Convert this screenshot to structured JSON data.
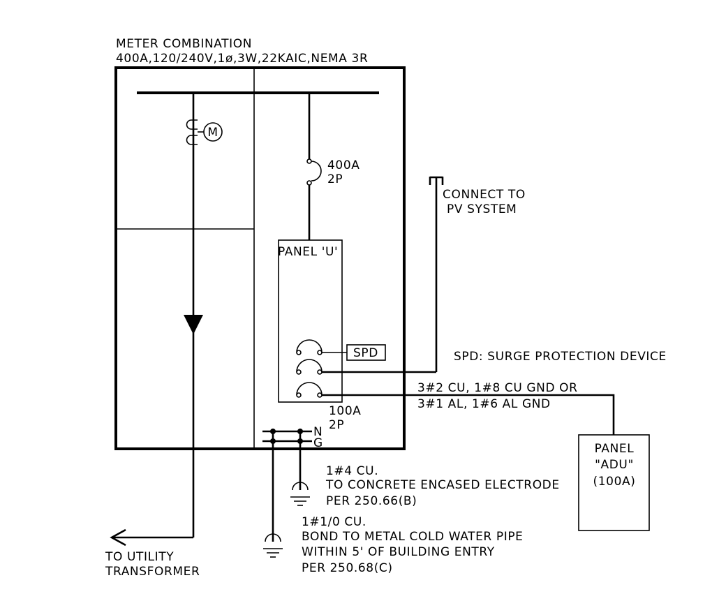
{
  "meter_combination": {
    "title": "METER COMBINATION",
    "rating": "400A,120/240V,1ø,3W,22KAIC,NEMA 3R"
  },
  "meter_symbol": "M",
  "main_breaker": {
    "rating": "400A",
    "poles": "2P"
  },
  "panel_u": {
    "label": "PANEL 'U'"
  },
  "spd_box": "SPD",
  "spd_note": "SPD: SURGE PROTECTION DEVICE",
  "pv": {
    "line1": "CONNECT TO",
    "line2": "PV SYSTEM"
  },
  "adu_breaker": {
    "rating": "100A",
    "poles": "2P"
  },
  "feeder": {
    "line1": "3#2 CU, 1#8 CU GND OR",
    "line2": "3#1 AL, 1#6 AL GND"
  },
  "panel_adu": {
    "line1": "PANEL",
    "line2": "\"ADU\"",
    "line3": "(100A)"
  },
  "bars": {
    "neutral": "N",
    "ground": "G"
  },
  "electrode_1": {
    "line1": "1#4 CU.",
    "line2": "TO CONCRETE ENCASED ELECTRODE",
    "line3": "PER 250.66(B)"
  },
  "electrode_2": {
    "line1": "1#1/0 CU.",
    "line2": "BOND TO METAL COLD WATER PIPE",
    "line3": "WITHIN 5' OF BUILDING ENTRY",
    "line4": "PER 250.68(C)"
  },
  "utility": {
    "line1": "TO UTILITY",
    "line2": "TRANSFORMER"
  }
}
